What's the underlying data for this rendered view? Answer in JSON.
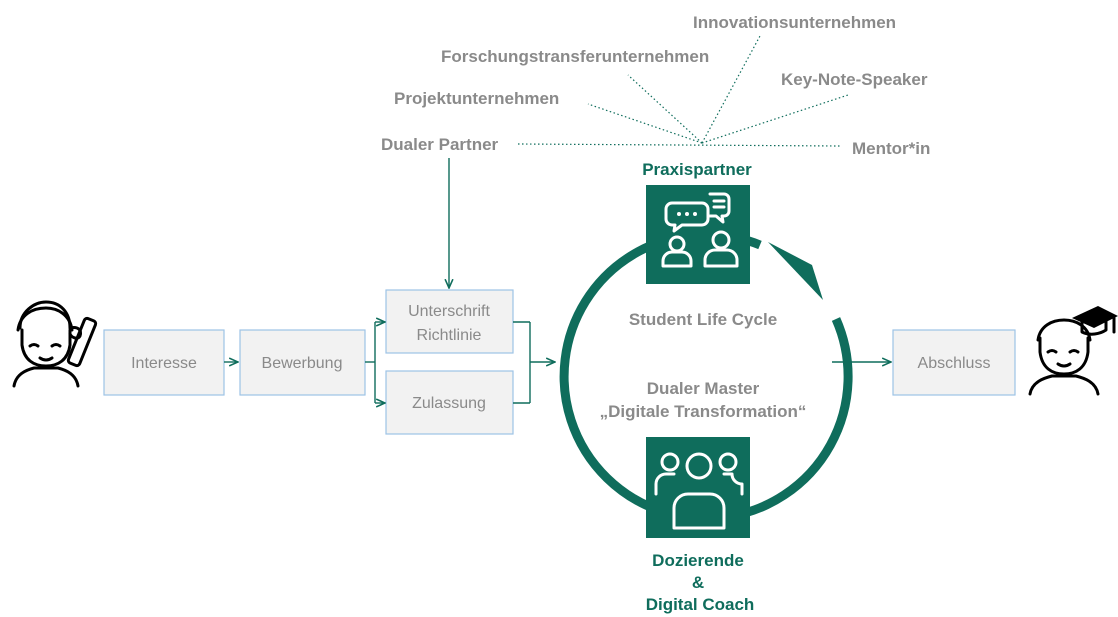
{
  "stakeholders": {
    "innovation": "Innovationsunternehmen",
    "research_transfer": "Forschungstransferunternehmen",
    "keynote": "Key-Note-Speaker",
    "project": "Projektunternehmen",
    "dual_partner": "Dualer Partner",
    "mentor": "Mentor*in"
  },
  "cycle": {
    "praxis_label": "Praxispartner",
    "title": "Student Life Cycle",
    "program_line1": "Dualer Master",
    "program_line2": "„Digitale Transformation“",
    "faculty_line1": "Dozierende",
    "faculty_line2": "&",
    "faculty_line3": "Digital Coach"
  },
  "steps": {
    "interest": "Interesse",
    "application": "Bewerbung",
    "signature_line1": "Unterschrift",
    "signature_line2": "Richtlinie",
    "admission": "Zulassung",
    "graduation": "Abschluss"
  },
  "icons": {
    "student": "student-with-certificate-icon",
    "graduate": "graduate-with-cap-icon",
    "praxis": "conversation-people-icon",
    "faculty": "group-of-people-icon"
  },
  "colors": {
    "accent": "#0f6d5c",
    "text_grey": "#8a8a8a",
    "box_fill": "#f2f2f2",
    "box_border": "#9dc3e6"
  }
}
